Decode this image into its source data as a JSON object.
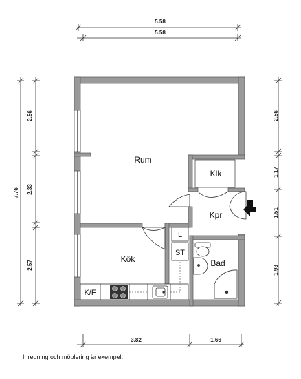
{
  "dimensions": {
    "top_outer": "5.58",
    "top_inner": "5.58",
    "left_total": "7.76",
    "left_segments": [
      "2.56",
      "2.33",
      "2.57"
    ],
    "right_segments": [
      "2.56",
      "1.17",
      "1.51",
      "1.93"
    ],
    "bottom_left": "3.82",
    "bottom_right": "1.66"
  },
  "rooms": {
    "rum": "Rum",
    "klk": "Klk",
    "kpr": "Kpr",
    "kok": "Kök",
    "bad": "Bad",
    "st": "ST",
    "l": "L",
    "kf": "K/F"
  },
  "caption": "Inredning och möblering är exempel.",
  "colors": {
    "wall": "#9a9a9a",
    "wall_edge": "#555555",
    "line": "#333333"
  },
  "icons": [
    "entrance-arrow-icon",
    "stove-icon",
    "sink-icon",
    "toilet-icon",
    "washbasin-icon",
    "shower-icon"
  ]
}
